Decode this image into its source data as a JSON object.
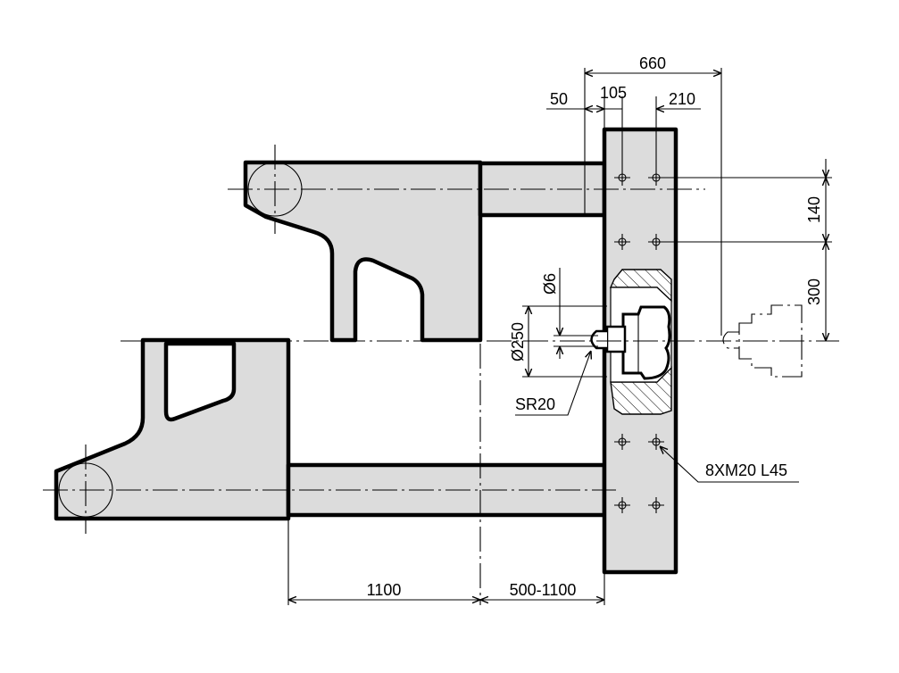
{
  "dimensions": {
    "overall_width": "660",
    "edge_offset": "50",
    "hole_offset_1": "105",
    "hole_offset_2": "210",
    "vertical_spacing_1": "140",
    "vertical_spacing_2": "300",
    "nozzle_diameter": "Ø6",
    "bore_diameter": "Ø250",
    "sphere_radius": "SR20",
    "thread_callout": "8XM20 L45",
    "stroke_length": "1100",
    "adjust_range": "500-1100"
  },
  "icons": {
    "hole": "crosshair-hole-icon",
    "arrow": "dimension-arrowhead"
  },
  "colors": {
    "part_fill": "#dcdcdc",
    "outline": "#000000",
    "background": "#ffffff"
  }
}
